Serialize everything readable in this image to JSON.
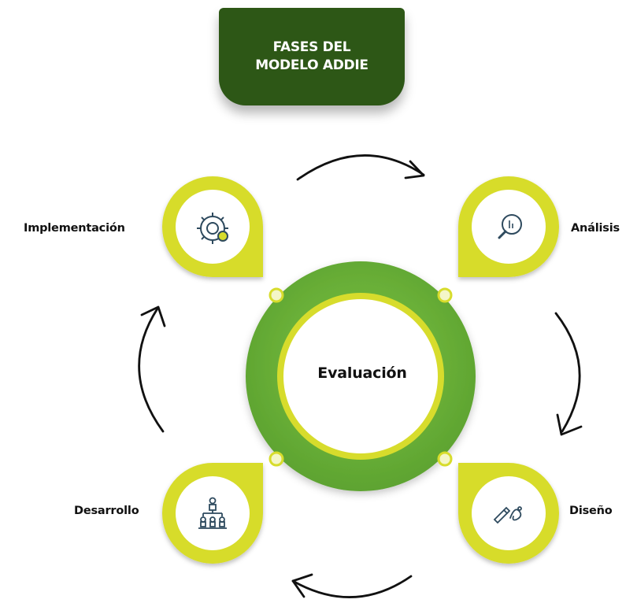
{
  "title": "FASES DEL MODELO ADDIE",
  "center": {
    "label": "Evaluación"
  },
  "phases": [
    {
      "label": "Análisis",
      "icon": "magnifier-icon"
    },
    {
      "label": "Diseño",
      "icon": "pencil-curve-icon"
    },
    {
      "label": "Desarrollo",
      "icon": "people-hierarchy-icon"
    },
    {
      "label": "Implementación",
      "icon": "gear-icon"
    }
  ],
  "colors": {
    "title_bg": "#2d5716",
    "ring_green": "#72b93c",
    "accent_yellow": "#d7dc2c",
    "arrow": "#111111",
    "icon_stroke": "#2e4a5e"
  }
}
